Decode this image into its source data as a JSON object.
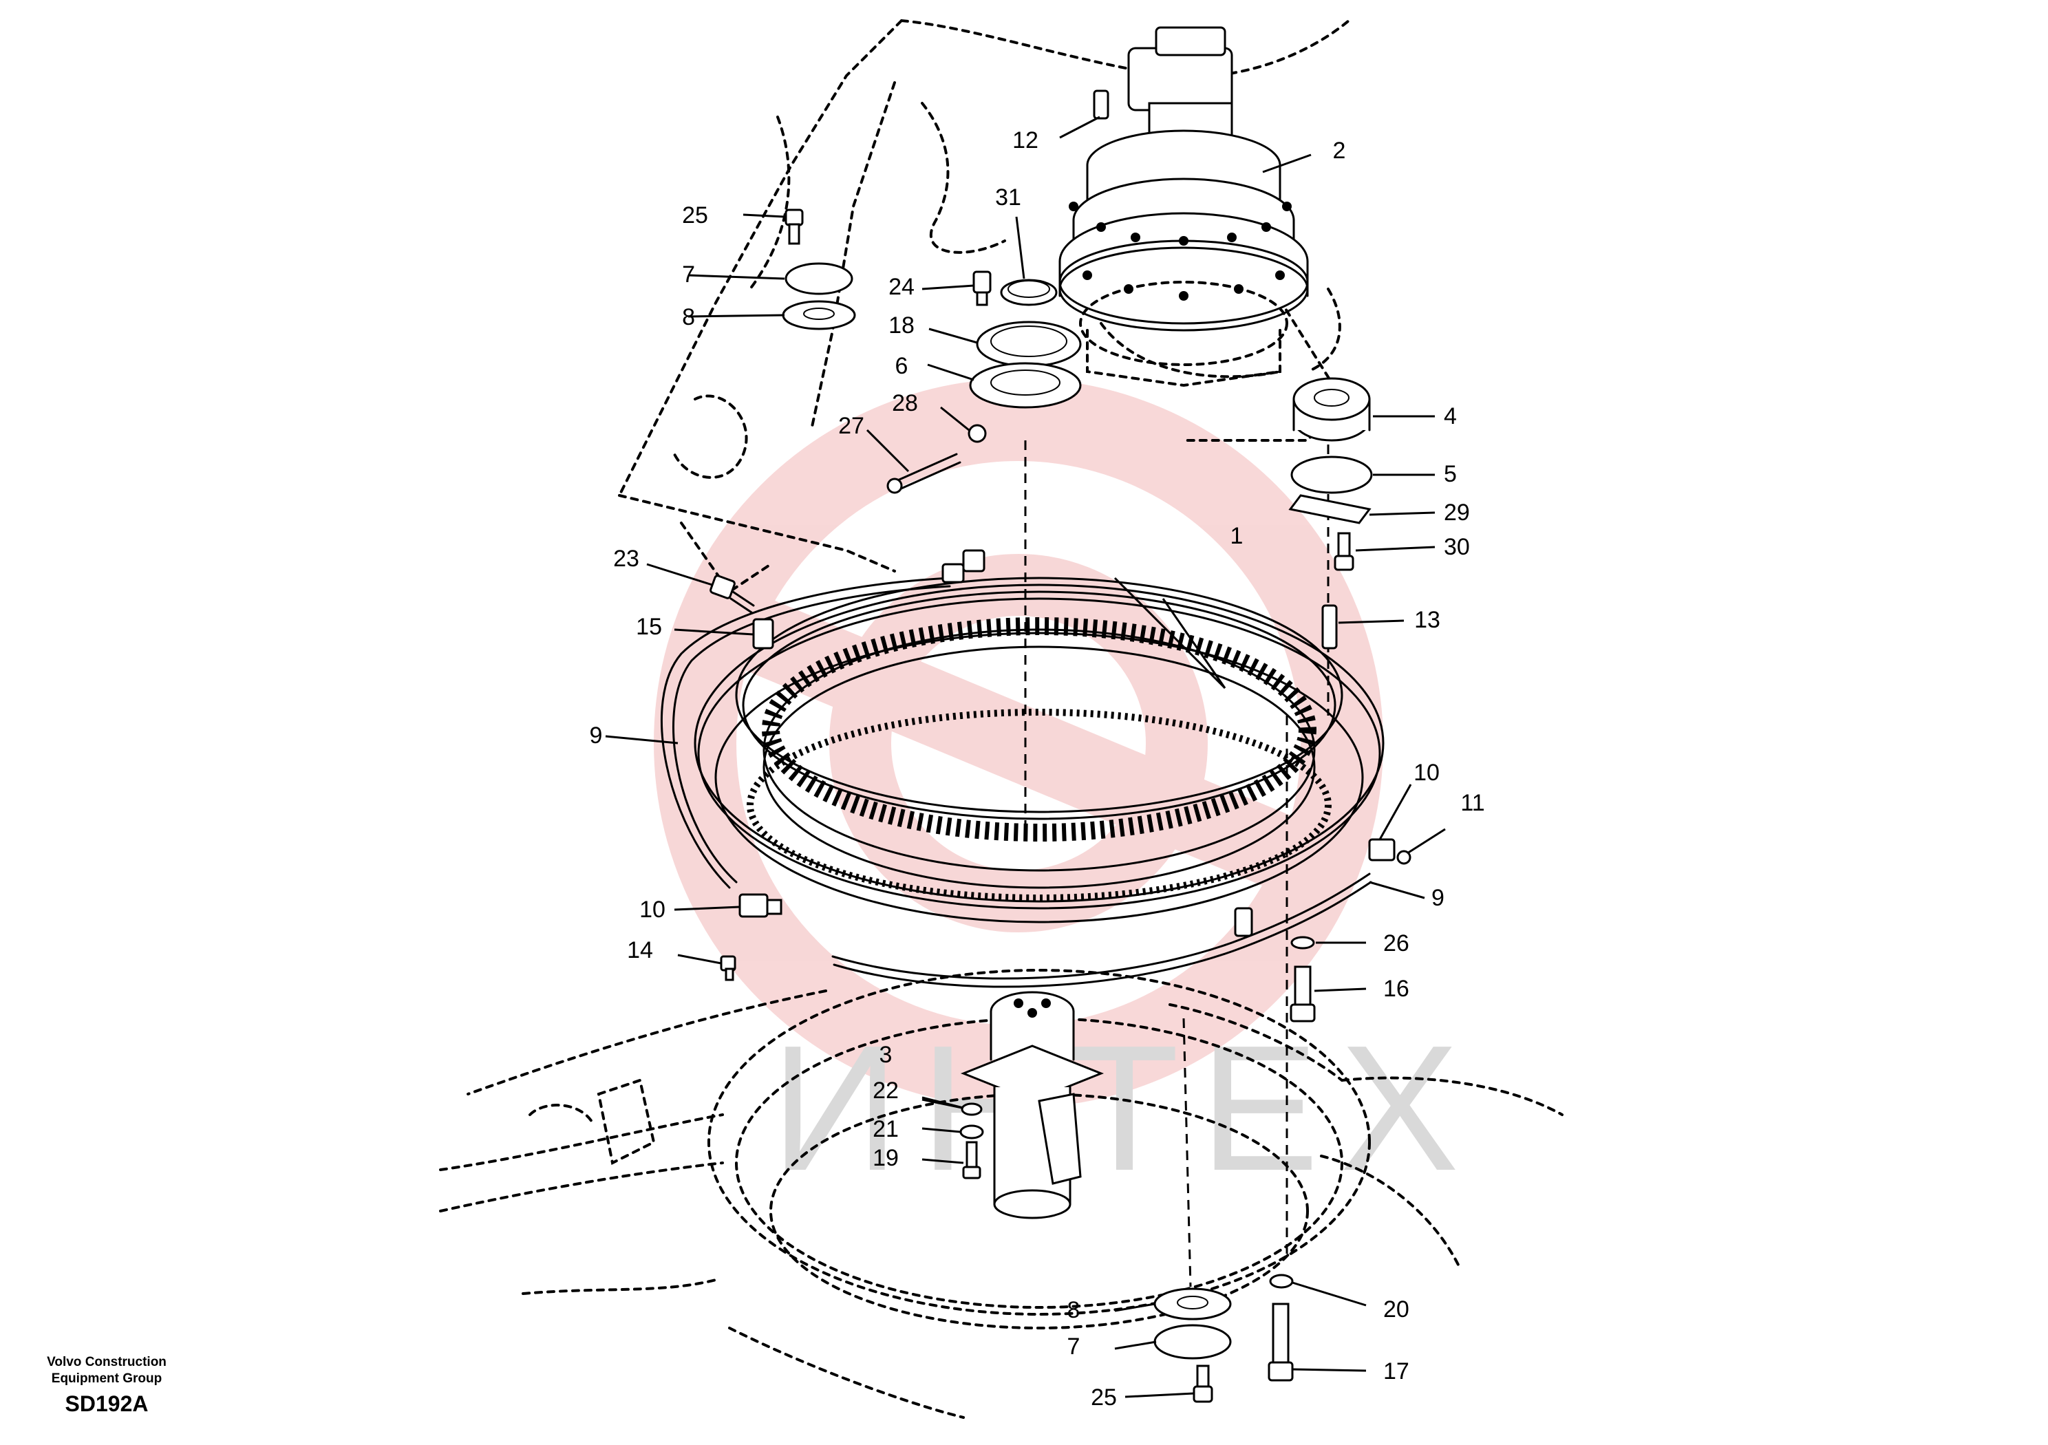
{
  "footer": {
    "company_line1": "Volvo Construction",
    "company_line2": "Equipment Group",
    "diagram_code": "SD192A"
  },
  "watermark": {
    "logo_color": "#f2b8b8",
    "text_color": "#d9d9d9"
  },
  "callouts": [
    {
      "id": "c1",
      "label": "1"
    },
    {
      "id": "c2",
      "label": "2"
    },
    {
      "id": "c3",
      "label": "3"
    },
    {
      "id": "c4",
      "label": "4"
    },
    {
      "id": "c5",
      "label": "5"
    },
    {
      "id": "c6",
      "label": "6"
    },
    {
      "id": "c7a",
      "label": "7"
    },
    {
      "id": "c7b",
      "label": "7"
    },
    {
      "id": "c8a",
      "label": "8"
    },
    {
      "id": "c8b",
      "label": "8"
    },
    {
      "id": "c9a",
      "label": "9"
    },
    {
      "id": "c9b",
      "label": "9"
    },
    {
      "id": "c10a",
      "label": "10"
    },
    {
      "id": "c10b",
      "label": "10"
    },
    {
      "id": "c11",
      "label": "11"
    },
    {
      "id": "c12",
      "label": "12"
    },
    {
      "id": "c13",
      "label": "13"
    },
    {
      "id": "c14",
      "label": "14"
    },
    {
      "id": "c15",
      "label": "15"
    },
    {
      "id": "c16",
      "label": "16"
    },
    {
      "id": "c17",
      "label": "17"
    },
    {
      "id": "c18",
      "label": "18"
    },
    {
      "id": "c19",
      "label": "19"
    },
    {
      "id": "c20",
      "label": "20"
    },
    {
      "id": "c21",
      "label": "21"
    },
    {
      "id": "c22",
      "label": "22"
    },
    {
      "id": "c23",
      "label": "23"
    },
    {
      "id": "c24",
      "label": "24"
    },
    {
      "id": "c25a",
      "label": "25"
    },
    {
      "id": "c25b",
      "label": "25"
    },
    {
      "id": "c26",
      "label": "26"
    },
    {
      "id": "c27",
      "label": "27"
    },
    {
      "id": "c28",
      "label": "28"
    },
    {
      "id": "c29",
      "label": "29"
    },
    {
      "id": "c30",
      "label": "30"
    },
    {
      "id": "c31",
      "label": "31"
    }
  ]
}
